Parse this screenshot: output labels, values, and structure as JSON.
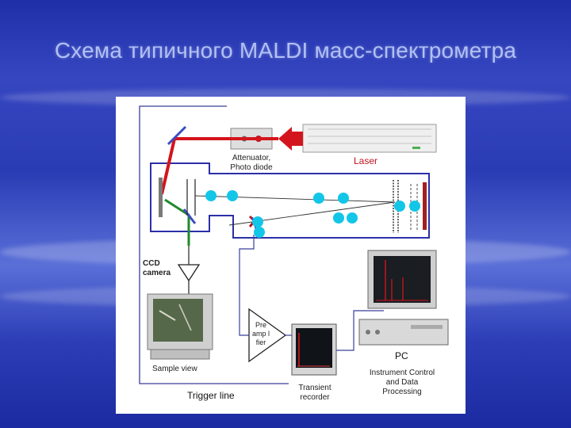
{
  "slide": {
    "title": "Схема типичного MALDI масс-спектрометра"
  },
  "diagram": {
    "attenuator_label": [
      "Attenuator,",
      "Photo diode"
    ],
    "laser_label": "Laser",
    "ccd_label": [
      "CCD",
      "camera"
    ],
    "sample_view_label": "Sample view",
    "trigger_label": "Trigger line",
    "preamp_label": [
      "Pre",
      "amp l",
      "fier"
    ],
    "transient_label": [
      "Transient",
      "recorder"
    ],
    "pc_label": "PC",
    "instrument_label": [
      "Instrument Control",
      "and Data",
      "Processing"
    ]
  },
  "colors": {
    "laser": "#d4141c",
    "ion": "#12c6e8",
    "green_beam": "#1f8a2e",
    "wire": "#3a3f9a",
    "bg_top": "#1e2fa8"
  }
}
